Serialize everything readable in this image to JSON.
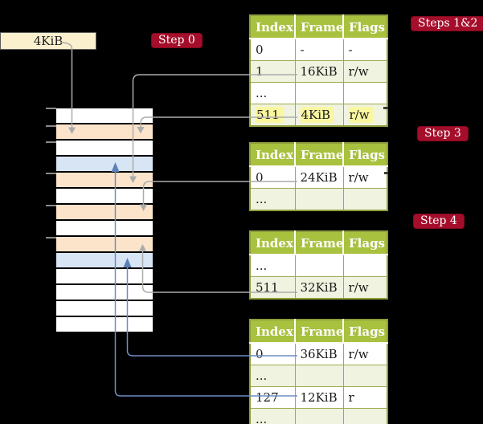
{
  "figure": {
    "kind": "page-table walk diagram",
    "frame_size_label": "4KiB"
  },
  "badges": {
    "step0": "Step 0",
    "steps12": "Steps 1&2",
    "step3": "Step 3",
    "step4": "Step 4"
  },
  "memory": {
    "rows": [
      "white",
      "peach",
      "white",
      "blue",
      "peach",
      "white",
      "peach",
      "white",
      "peach",
      "blue",
      "white",
      "white",
      "white",
      "white"
    ]
  },
  "tables": {
    "headers": [
      "Index",
      "Frame",
      "Flags"
    ],
    "t1": {
      "rows": [
        [
          "0",
          "-",
          "-"
        ],
        [
          "1",
          "16KiB",
          "r/w"
        ],
        [
          "...",
          "",
          ""
        ],
        [
          "511",
          "4KiB",
          "r/w"
        ]
      ]
    },
    "t2": {
      "rows": [
        [
          "0",
          "24KiB",
          "r/w"
        ],
        [
          "...",
          "",
          ""
        ]
      ]
    },
    "t3": {
      "rows": [
        [
          "...",
          "",
          ""
        ],
        [
          "511",
          "32KiB",
          "r/w"
        ]
      ]
    },
    "t4": {
      "rows": [
        [
          "0",
          "36KiB",
          "r/w"
        ],
        [
          "...",
          "",
          ""
        ],
        [
          "127",
          "12KiB",
          "r"
        ],
        [
          "...",
          "",
          ""
        ]
      ]
    }
  },
  "colors": {
    "badge_red": "#A50E2B",
    "header_green": "#A8C13E",
    "row_tint": "#EFF3DF",
    "cell_peach": "#FCE4CB",
    "cell_blue": "#D8E5F4",
    "box_cream": "#FBF0CE",
    "text_highlight": "#FAF7A1",
    "wire_gray": "#ACACAC",
    "wire_blue": "#6D8EC4"
  }
}
